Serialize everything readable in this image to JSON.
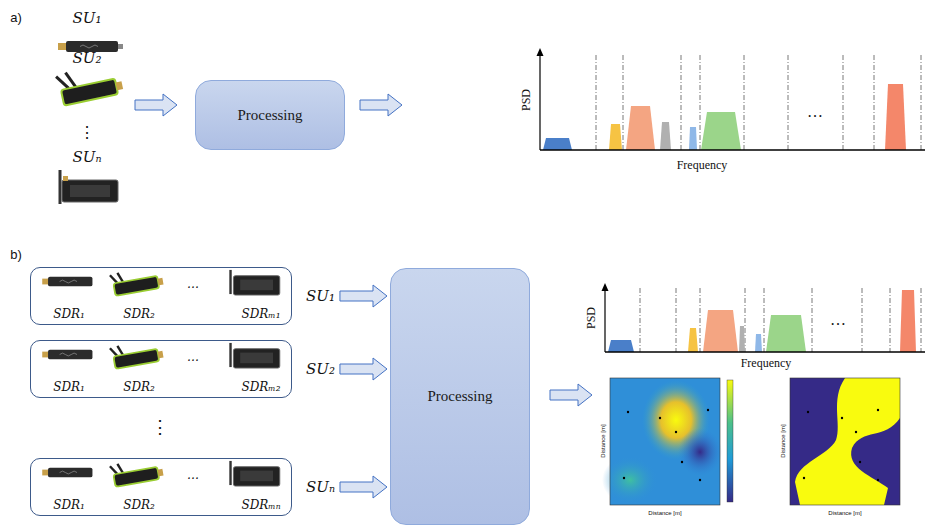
{
  "diagram": {
    "nodes": [
      {
        "text": [
          "Processing"
        ]
      },
      {
        "text": [
          "SDR₁",
          "SDR₂",
          "…",
          "SDRₘ₁",
          "SU₁"
        ]
      },
      {
        "text": [
          "SDR₁",
          "SDR₂",
          "…",
          "SDRₘ₂",
          "SU₂"
        ]
      },
      {
        "text": [
          "SDR₁",
          "SDR₂",
          "…",
          "SDRₘₙ",
          "SUₙ"
        ]
      },
      {
        "text": [
          "Processing"
        ]
      }
    ],
    "edges": [
      {
        "from": 1,
        "to": 4,
        "arrow": "to"
      },
      {
        "from": 2,
        "to": 4,
        "arrow": "to"
      },
      {
        "from": 3,
        "to": 4,
        "arrow": "to"
      }
    ],
    "labels": [
      "a)",
      "SU₁",
      "SU₂",
      "⋮",
      "SUₙ",
      "PSD",
      "Frequency",
      "…",
      "b)",
      "⋮",
      "PSD",
      "Frequency",
      "…",
      "Distance [m]",
      "Distance [m]",
      "Distance [m]",
      "Distance [m]"
    ]
  }
}
